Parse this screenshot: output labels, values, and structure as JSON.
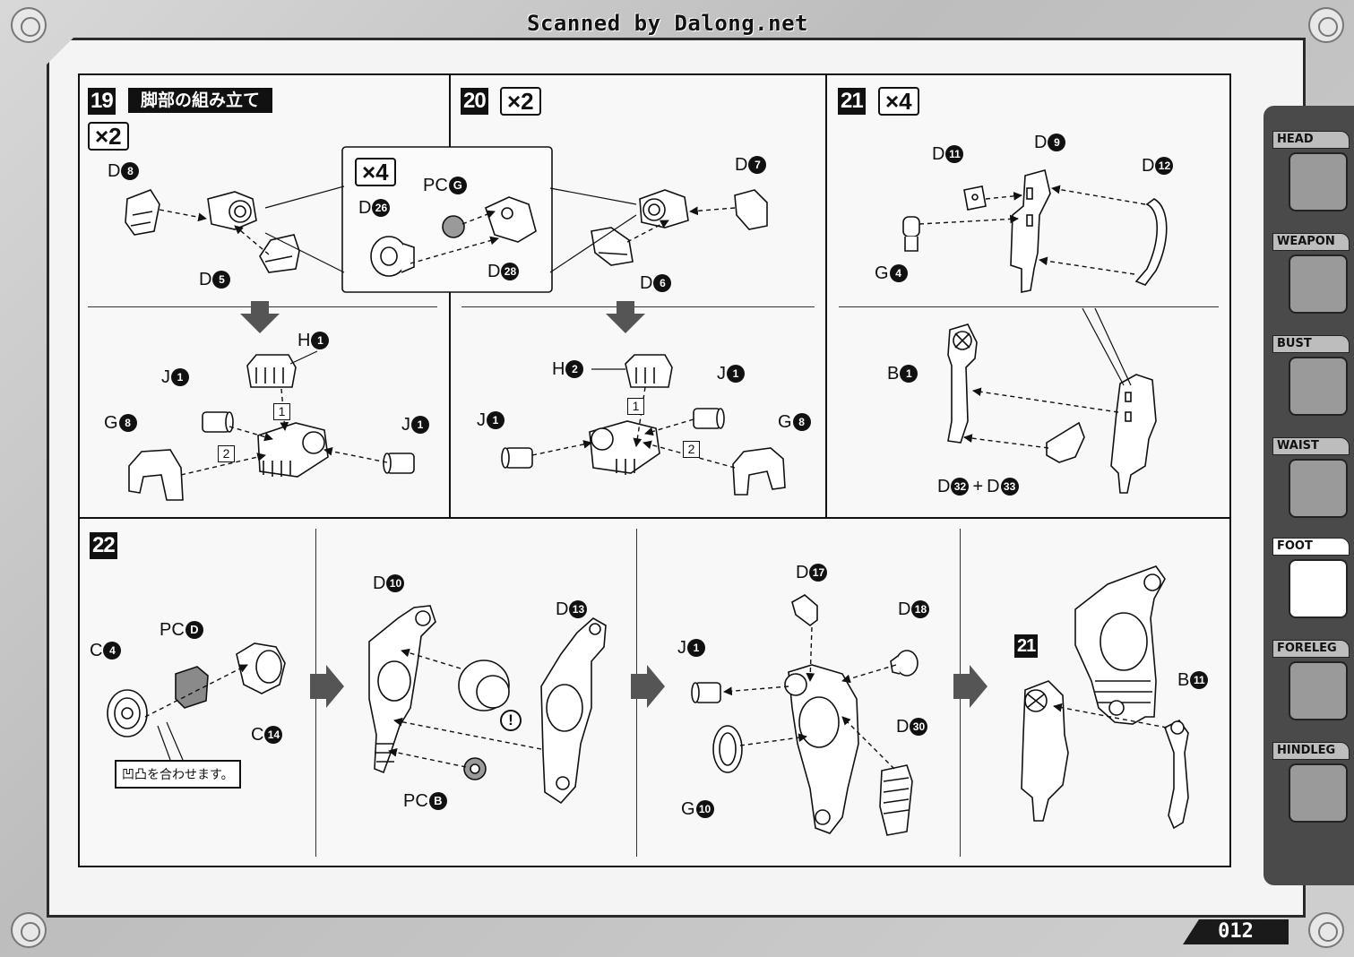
{
  "header": {
    "scan_credit": "Scanned by Dalong.net"
  },
  "page_number": "012",
  "steps": {
    "s19": {
      "number": "19",
      "title": "脚部の組み立て",
      "multiplier": "×2",
      "inset_multiplier": "×4",
      "labels": {
        "d8": {
          "letter": "D",
          "num": "8"
        },
        "d5": {
          "letter": "D",
          "num": "5"
        },
        "pcg": {
          "letter": "PC",
          "num": "G"
        },
        "d26": {
          "letter": "D",
          "num": "26"
        },
        "d28": {
          "letter": "D",
          "num": "28"
        },
        "h1": {
          "letter": "H",
          "num": "1"
        },
        "j1a": {
          "letter": "J",
          "num": "1"
        },
        "j1b": {
          "letter": "J",
          "num": "1"
        },
        "g8": {
          "letter": "G",
          "num": "8"
        }
      },
      "order": [
        "1",
        "2"
      ]
    },
    "s20": {
      "number": "20",
      "multiplier": "×2",
      "labels": {
        "d7": {
          "letter": "D",
          "num": "7"
        },
        "d6": {
          "letter": "D",
          "num": "6"
        },
        "h2": {
          "letter": "H",
          "num": "2"
        },
        "j1a": {
          "letter": "J",
          "num": "1"
        },
        "j1b": {
          "letter": "J",
          "num": "1"
        },
        "g8": {
          "letter": "G",
          "num": "8"
        }
      },
      "order": [
        "1",
        "2"
      ]
    },
    "s21": {
      "number": "21",
      "multiplier": "×4",
      "labels": {
        "d11": {
          "letter": "D",
          "num": "11"
        },
        "d9": {
          "letter": "D",
          "num": "9"
        },
        "d12": {
          "letter": "D",
          "num": "12"
        },
        "g4": {
          "letter": "G",
          "num": "4"
        },
        "b1": {
          "letter": "B",
          "num": "1"
        },
        "d32": {
          "letter": "D",
          "num": "32"
        },
        "plus": "+",
        "d33": {
          "letter": "D",
          "num": "33"
        }
      }
    },
    "s22": {
      "number": "22",
      "note": "凹凸を合わせます。",
      "caution": "!",
      "ref_step": "21",
      "labels": {
        "c4": {
          "letter": "C",
          "num": "4"
        },
        "pcd": {
          "letter": "PC",
          "num": "D"
        },
        "c14": {
          "letter": "C",
          "num": "14"
        },
        "d10": {
          "letter": "D",
          "num": "10"
        },
        "d13": {
          "letter": "D",
          "num": "13"
        },
        "pcb": {
          "letter": "PC",
          "num": "B"
        },
        "d17": {
          "letter": "D",
          "num": "17"
        },
        "d18": {
          "letter": "D",
          "num": "18"
        },
        "j1": {
          "letter": "J",
          "num": "1"
        },
        "d30": {
          "letter": "D",
          "num": "30"
        },
        "g10": {
          "letter": "G",
          "num": "10"
        },
        "b11": {
          "letter": "B",
          "num": "11"
        }
      }
    }
  },
  "side_tabs": [
    {
      "label": "HEAD",
      "icon": "head-icon",
      "active": false
    },
    {
      "label": "WEAPON",
      "icon": "weapon-icon",
      "active": false
    },
    {
      "label": "BUST",
      "icon": "bust-icon",
      "active": false
    },
    {
      "label": "WAIST",
      "icon": "waist-icon",
      "active": false
    },
    {
      "label": "FOOT",
      "icon": "foot-icon",
      "active": true
    },
    {
      "label": "FORELEG",
      "icon": "foreleg-icon",
      "active": false
    },
    {
      "label": "HINDLEG",
      "icon": "hindleg-icon",
      "active": false
    }
  ]
}
